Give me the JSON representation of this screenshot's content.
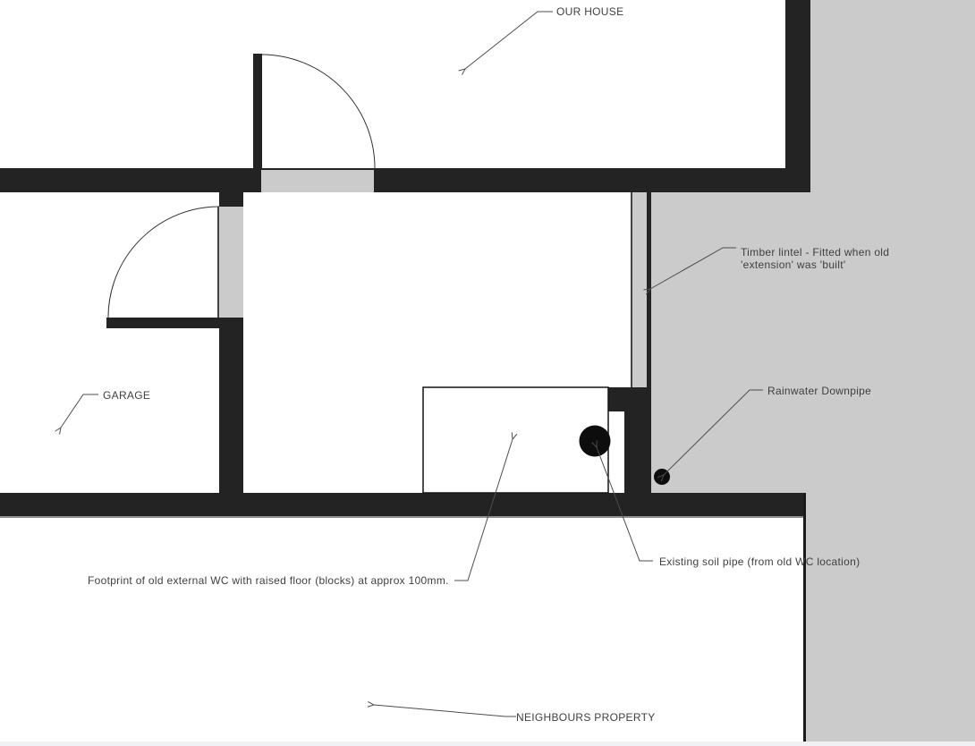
{
  "drawing": {
    "type": "architectural-floor-plan",
    "labels": {
      "our_house": "OUR HOUSE",
      "garage": "GARAGE",
      "timber_lintel_line1": "Timber lintel - Fitted when old",
      "timber_lintel_line2": "'extension' was 'built'",
      "rainwater_downpipe": "Rainwater Downpipe",
      "soil_pipe": "Existing soil pipe (from old WC location)",
      "wc_footprint": "Footprint of old external WC with raised floor (blocks) at approx 100mm.",
      "neighbours_property": "NEIGHBOURS PROPERTY"
    },
    "colors": {
      "background": "#ffffff",
      "wall": "#232323",
      "neighbour_area": "#cbcbcb",
      "opening": "#cbcbcb",
      "edge_line": "#444444",
      "arc_line": "#333333",
      "leader": "#4d4d4d",
      "text": "#3f3f3f",
      "boundary_line": "#8f8f8f",
      "property_line": "#1a1a1a",
      "bottom_strip": "#eff1f4",
      "pipe_fill": "#0d0d0d",
      "wc_outline": "#141414"
    }
  }
}
